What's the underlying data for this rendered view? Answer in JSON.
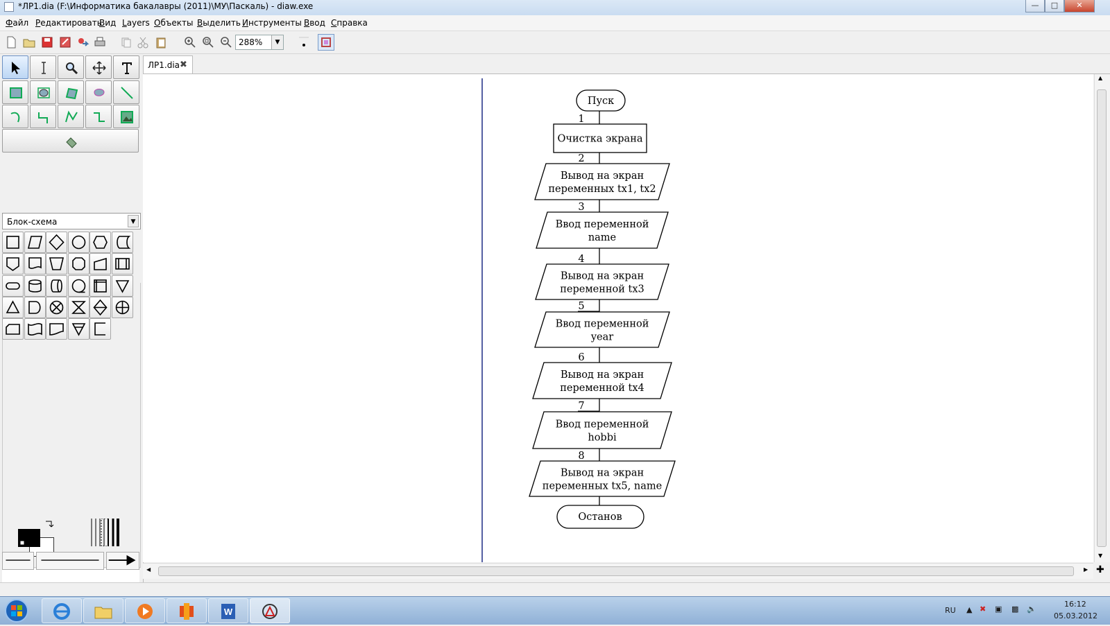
{
  "window": {
    "title": "*ЛР1.dia (F:\\Информатика бакалавры (2011)\\МУ\\Паскаль) - diaw.exe",
    "controls": [
      "minimize",
      "maximize",
      "close"
    ]
  },
  "menu": [
    "Файл",
    "Редактировать",
    "Вид",
    "Layers",
    "Объекты",
    "Выделить",
    "Инструменты",
    "Ввод",
    "Справка"
  ],
  "toolbar": {
    "buttons": [
      "new-icon",
      "open-icon",
      "save-icon",
      "save-as-icon",
      "export-icon",
      "print-icon",
      "copy-icon",
      "cut-icon",
      "paste-icon",
      "zoom-in-icon",
      "zoom-fit-icon",
      "zoom-out-icon",
      "snap-grid-icon",
      "snap-object-icon"
    ],
    "zoom": "288%"
  },
  "toolbox": {
    "tools": [
      "pointer",
      "text-edit",
      "magnify",
      "scroll",
      "text",
      "box",
      "ellipse",
      "polygon",
      "beziergon",
      "line",
      "arc",
      "zigzag-line",
      "polyline",
      "bezier-line",
      "image",
      "outline"
    ],
    "sheet": "Блок-схема",
    "shapes": [
      "process",
      "data",
      "decision",
      "connector",
      "preparation",
      "stored-data",
      "offpage",
      "document",
      "manual-operation",
      "terminal-octagon",
      "manual-input",
      "predefined-process",
      "terminator",
      "magnetic-disk",
      "direct-access",
      "sequential-storage",
      "internal-storage",
      "merge",
      "extract",
      "delay",
      "summing-junction",
      "collate",
      "sort",
      "or",
      "card",
      "punched-tape",
      "display",
      "merge-alt",
      "annotation"
    ],
    "foreground_color": "#000000",
    "background_color": "#ffffff"
  },
  "tabs": [
    {
      "label": "ЛР1.dia",
      "active": true
    }
  ],
  "diagram": {
    "start": "Пуск",
    "steps": [
      {
        "num": "1",
        "type": "process",
        "lines": [
          "Очистка экрана"
        ]
      },
      {
        "num": "2",
        "type": "io",
        "lines": [
          "Вывод на экран",
          "переменных tx1, tx2"
        ]
      },
      {
        "num": "3",
        "type": "io",
        "lines": [
          "Ввод  переменной",
          "name"
        ]
      },
      {
        "num": "4",
        "type": "io",
        "lines": [
          "Вывод на экран",
          "переменной tx3"
        ]
      },
      {
        "num": "5",
        "type": "io",
        "lines": [
          "Ввод  переменной",
          "year"
        ]
      },
      {
        "num": "6",
        "type": "io",
        "lines": [
          "Вывод на экран",
          "переменной tx4"
        ]
      },
      {
        "num": "7",
        "type": "io",
        "lines": [
          "Ввод  переменной",
          "hobbi"
        ]
      },
      {
        "num": "8",
        "type": "io",
        "lines": [
          "Вывод на экран",
          "переменных tx5, name"
        ]
      }
    ],
    "end": "Останов"
  },
  "taskbar": {
    "apps": [
      "internet-explorer",
      "explorer",
      "media-player",
      "office-tool",
      "word",
      "dia"
    ],
    "language": "RU",
    "time": "16:12",
    "date": "05.03.2012"
  }
}
